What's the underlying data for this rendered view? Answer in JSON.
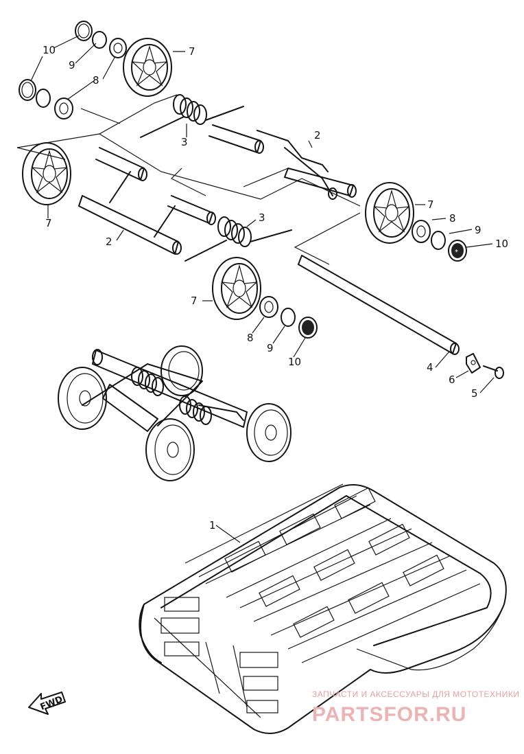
{
  "diagram": {
    "callouts": {
      "c1": "1",
      "c2a": "2",
      "c2b": "2",
      "c3a": "3",
      "c3b": "3",
      "c4": "4",
      "c5": "5",
      "c6": "6",
      "c7a": "7",
      "c7b": "7",
      "c7c": "7",
      "c7d": "7",
      "c8a": "8",
      "c8b": "8",
      "c8c": "8",
      "c9a": "9",
      "c9b": "9",
      "c9c": "9",
      "c10a": "10",
      "c10b": "10",
      "c10c": "10"
    },
    "forward_label": "FWD"
  },
  "watermark": {
    "line1": "ЗАПЧАСТИ И АКСЕССУАРЫ ДЛЯ МОТОТЕХНИКИ",
    "line2": "PARTSFOR.RU"
  }
}
